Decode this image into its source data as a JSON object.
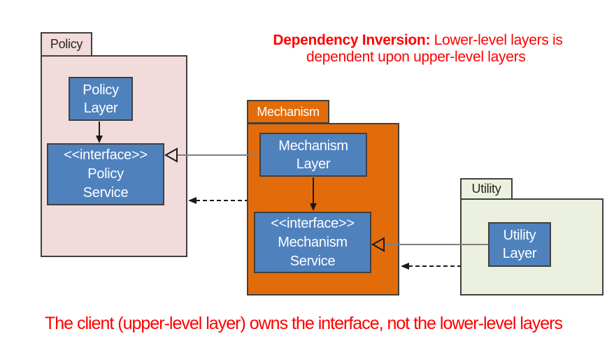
{
  "title": {
    "bold": "Dependency Inversion:",
    "rest": " Lower-level layers is",
    "line2": "dependent upon upper-level layers",
    "period": "."
  },
  "footer": {
    "text": "The client (upper-level layer) owns the interface, not the lower-level layers"
  },
  "packages": {
    "policy": {
      "label": "Policy",
      "fill": "#f2dcdb",
      "tab_text_color": "#262626",
      "layer_box": {
        "lines": [
          "Policy",
          "Layer"
        ]
      },
      "service_box": {
        "lines": [
          "<<interface>>",
          "Policy",
          "Service"
        ]
      }
    },
    "mechanism": {
      "label": "Mechanism",
      "fill": "#e36c0a",
      "tab_text_color": "#ffffff",
      "layer_box": {
        "lines": [
          "Mechanism",
          "Layer"
        ]
      },
      "service_box": {
        "lines": [
          "<<interface>>",
          "Mechanism",
          "Service"
        ]
      }
    },
    "utility": {
      "label": "Utility",
      "fill": "#ebf1de",
      "tab_text_color": "#262626",
      "layer_box": {
        "lines": [
          "Utility",
          "Layer"
        ]
      }
    }
  },
  "connectors": [
    {
      "type": "association-arrow",
      "from": "Policy Layer",
      "to": "Policy Service"
    },
    {
      "type": "association-arrow",
      "from": "Mechanism Layer",
      "to": "Mechanism Service"
    },
    {
      "type": "realization",
      "from": "Mechanism Layer",
      "to": "Policy Service"
    },
    {
      "type": "dashed-dependency",
      "from": "Mechanism package",
      "to": "Policy package"
    },
    {
      "type": "realization",
      "from": "Utility Layer",
      "to": "Mechanism Service"
    },
    {
      "type": "dashed-dependency",
      "from": "Utility package",
      "to": "Mechanism package"
    }
  ],
  "colors": {
    "background": "#ffffff",
    "box_fill": "#4f81bd",
    "box_border": "#404040",
    "box_text": "#ffffff",
    "package_border": "#404040",
    "realization_line": "#7f7f7f",
    "arrow": "#1a1a1a",
    "title_red": "#ff0000",
    "period_yellow": "#ffff00"
  }
}
